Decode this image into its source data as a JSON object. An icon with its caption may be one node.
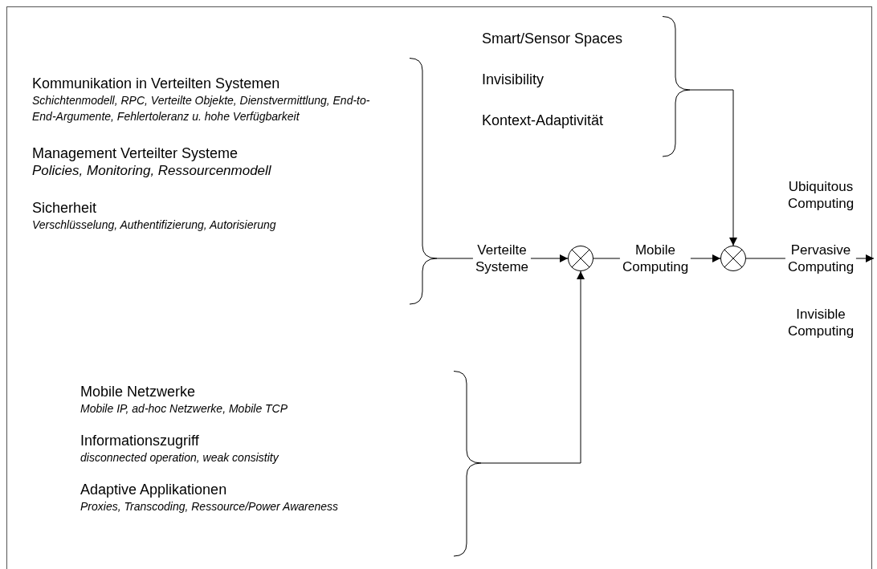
{
  "diagram": {
    "nodes": [
      {
        "text": [
          "Kommunikation in Verteilten Systemen",
          "Schichtenmodell, RPC, Verteilte Objekte, Dienstvermittlung, End-to-End-Argumente, Fehlertoleranz u. hohe Verfügbarkeit",
          "Management Verteilter Systeme",
          "Policies, Monitoring, Ressourcenmodell",
          "Sicherheit",
          "Verschlüsselung, Authentifizierung, Autorisierung"
        ]
      },
      {
        "text": [],
        "shape": "circle"
      },
      {
        "text": [],
        "shape": "circle"
      },
      {
        "text": [
          "Smart/Sensor Spaces",
          "Invisibility",
          "Kontext-Adaptivität"
        ]
      },
      {
        "text": [
          "Mobile Netzwerke",
          "Mobile IP, ad-hoc Netzwerke, Mobile TCP",
          "Informationszugriff",
          "disconnected operation, weak consistity",
          "Adaptive Applikationen",
          "Proxies, Transcoding, Ressource/Power Awareness"
        ]
      }
    ],
    "edges": [
      {
        "from": 0,
        "to": 1,
        "arrow": "to",
        "label": "Verteilte Systeme"
      },
      {
        "from": 1,
        "to": 2,
        "arrow": "to",
        "label": "Mobile Computing"
      },
      {
        "from": 3,
        "to": 2,
        "arrow": "to"
      },
      {
        "from": 4,
        "to": 1,
        "arrow": "to"
      },
      {
        "from": 2,
        "to": null,
        "arrow": "to",
        "label": "Pervasive Computing"
      }
    ],
    "labels": [
      "Ubiquitous Computing",
      "Invisible Computing"
    ]
  }
}
